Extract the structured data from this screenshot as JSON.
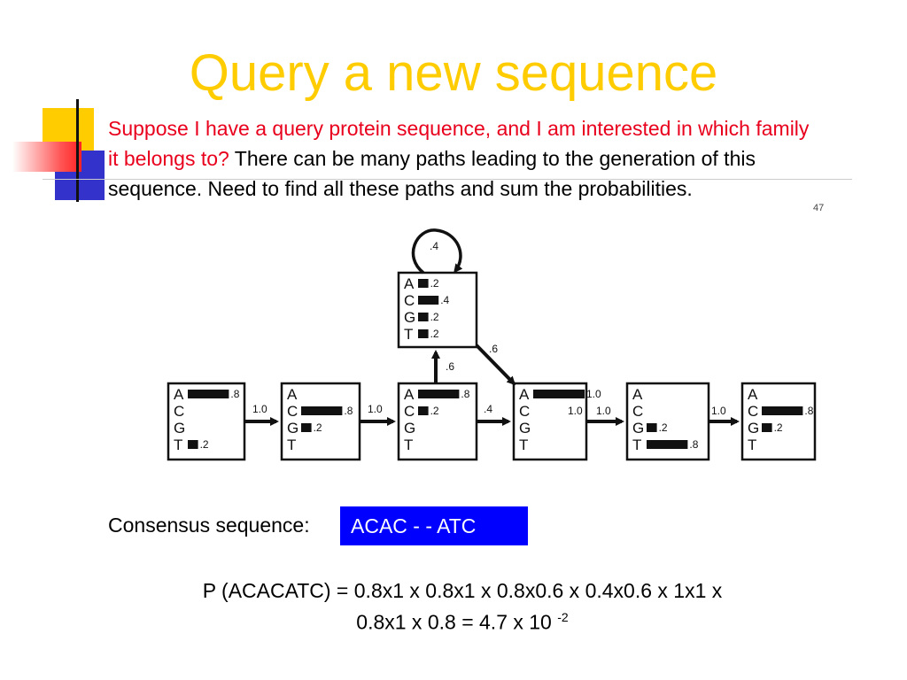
{
  "title": "Query a new sequence",
  "intro": {
    "highlight": "Suppose I have a query protein sequence, and I am interested in which family it belongs to?",
    "rest": " There can be many paths leading to the generation of this sequence. Need to find all these paths and sum the probabilities."
  },
  "hmm": {
    "insert_state": {
      "self_loop": ".4",
      "rows": [
        {
          "letter": "A",
          "prob": ".2",
          "value": 0.2
        },
        {
          "letter": "C",
          "prob": ".4",
          "value": 0.4
        },
        {
          "letter": "G",
          "prob": ".2",
          "value": 0.2
        },
        {
          "letter": "T",
          "prob": ".2",
          "value": 0.2
        }
      ]
    },
    "states": [
      {
        "rows": [
          {
            "letter": "A",
            "prob": ".8",
            "value": 0.8
          },
          {
            "letter": "C",
            "prob": "",
            "value": 0
          },
          {
            "letter": "G",
            "prob": "",
            "value": 0
          },
          {
            "letter": "T",
            "prob": ".2",
            "value": 0.2
          }
        ]
      },
      {
        "rows": [
          {
            "letter": "A",
            "prob": "",
            "value": 0
          },
          {
            "letter": "C",
            "prob": ".8",
            "value": 0.8
          },
          {
            "letter": "G",
            "prob": ".2",
            "value": 0.2
          },
          {
            "letter": "T",
            "prob": "",
            "value": 0
          }
        ]
      },
      {
        "rows": [
          {
            "letter": "A",
            "prob": ".8",
            "value": 0.8
          },
          {
            "letter": "C",
            "prob": ".2",
            "value": 0.2
          },
          {
            "letter": "G",
            "prob": "",
            "value": 0
          },
          {
            "letter": "T",
            "prob": "",
            "value": 0
          }
        ]
      },
      {
        "rows": [
          {
            "letter": "A",
            "prob": "1.0",
            "value": 1.0
          },
          {
            "letter": "C",
            "prob": "",
            "value": 0
          },
          {
            "letter": "G",
            "prob": "",
            "value": 0
          },
          {
            "letter": "T",
            "prob": "",
            "value": 0
          }
        ]
      },
      {
        "rows": [
          {
            "letter": "A",
            "prob": "",
            "value": 0
          },
          {
            "letter": "C",
            "prob": "",
            "value": 0
          },
          {
            "letter": "G",
            "prob": ".2",
            "value": 0.2
          },
          {
            "letter": "T",
            "prob": ".8",
            "value": 0.8
          }
        ]
      },
      {
        "rows": [
          {
            "letter": "A",
            "prob": "",
            "value": 0
          },
          {
            "letter": "C",
            "prob": ".8",
            "value": 0.8
          },
          {
            "letter": "G",
            "prob": ".2",
            "value": 0.2
          },
          {
            "letter": "T",
            "prob": "",
            "value": 0
          }
        ]
      }
    ],
    "transitions": {
      "s1_s2": "1.0",
      "s2_s3": "1.0",
      "s3_s4": ".4",
      "s3_insert": ".6",
      "insert_s4": ".6",
      "s4_s5": "1.0",
      "s5_s6": "1.0"
    },
    "corner_mark": "47"
  },
  "consensus": {
    "label": "Consensus sequence:",
    "value": "ACAC - - ATC"
  },
  "formula": {
    "line1": "P (ACACATC) = 0.8x1 x 0.8x1 x 0.8x0.6 x 0.4x0.6 x 1x1 x",
    "line2": "0.8x1 x 0.8 = 4.7 x 10",
    "exponent": "-2"
  },
  "colors": {
    "title": "#ffcc00",
    "highlight_text": "#e8001c",
    "consensus_box": "#0000ff",
    "deco_yellow": "#ffcc00",
    "deco_blue": "#3333cc",
    "deco_red": "#ff3333"
  }
}
